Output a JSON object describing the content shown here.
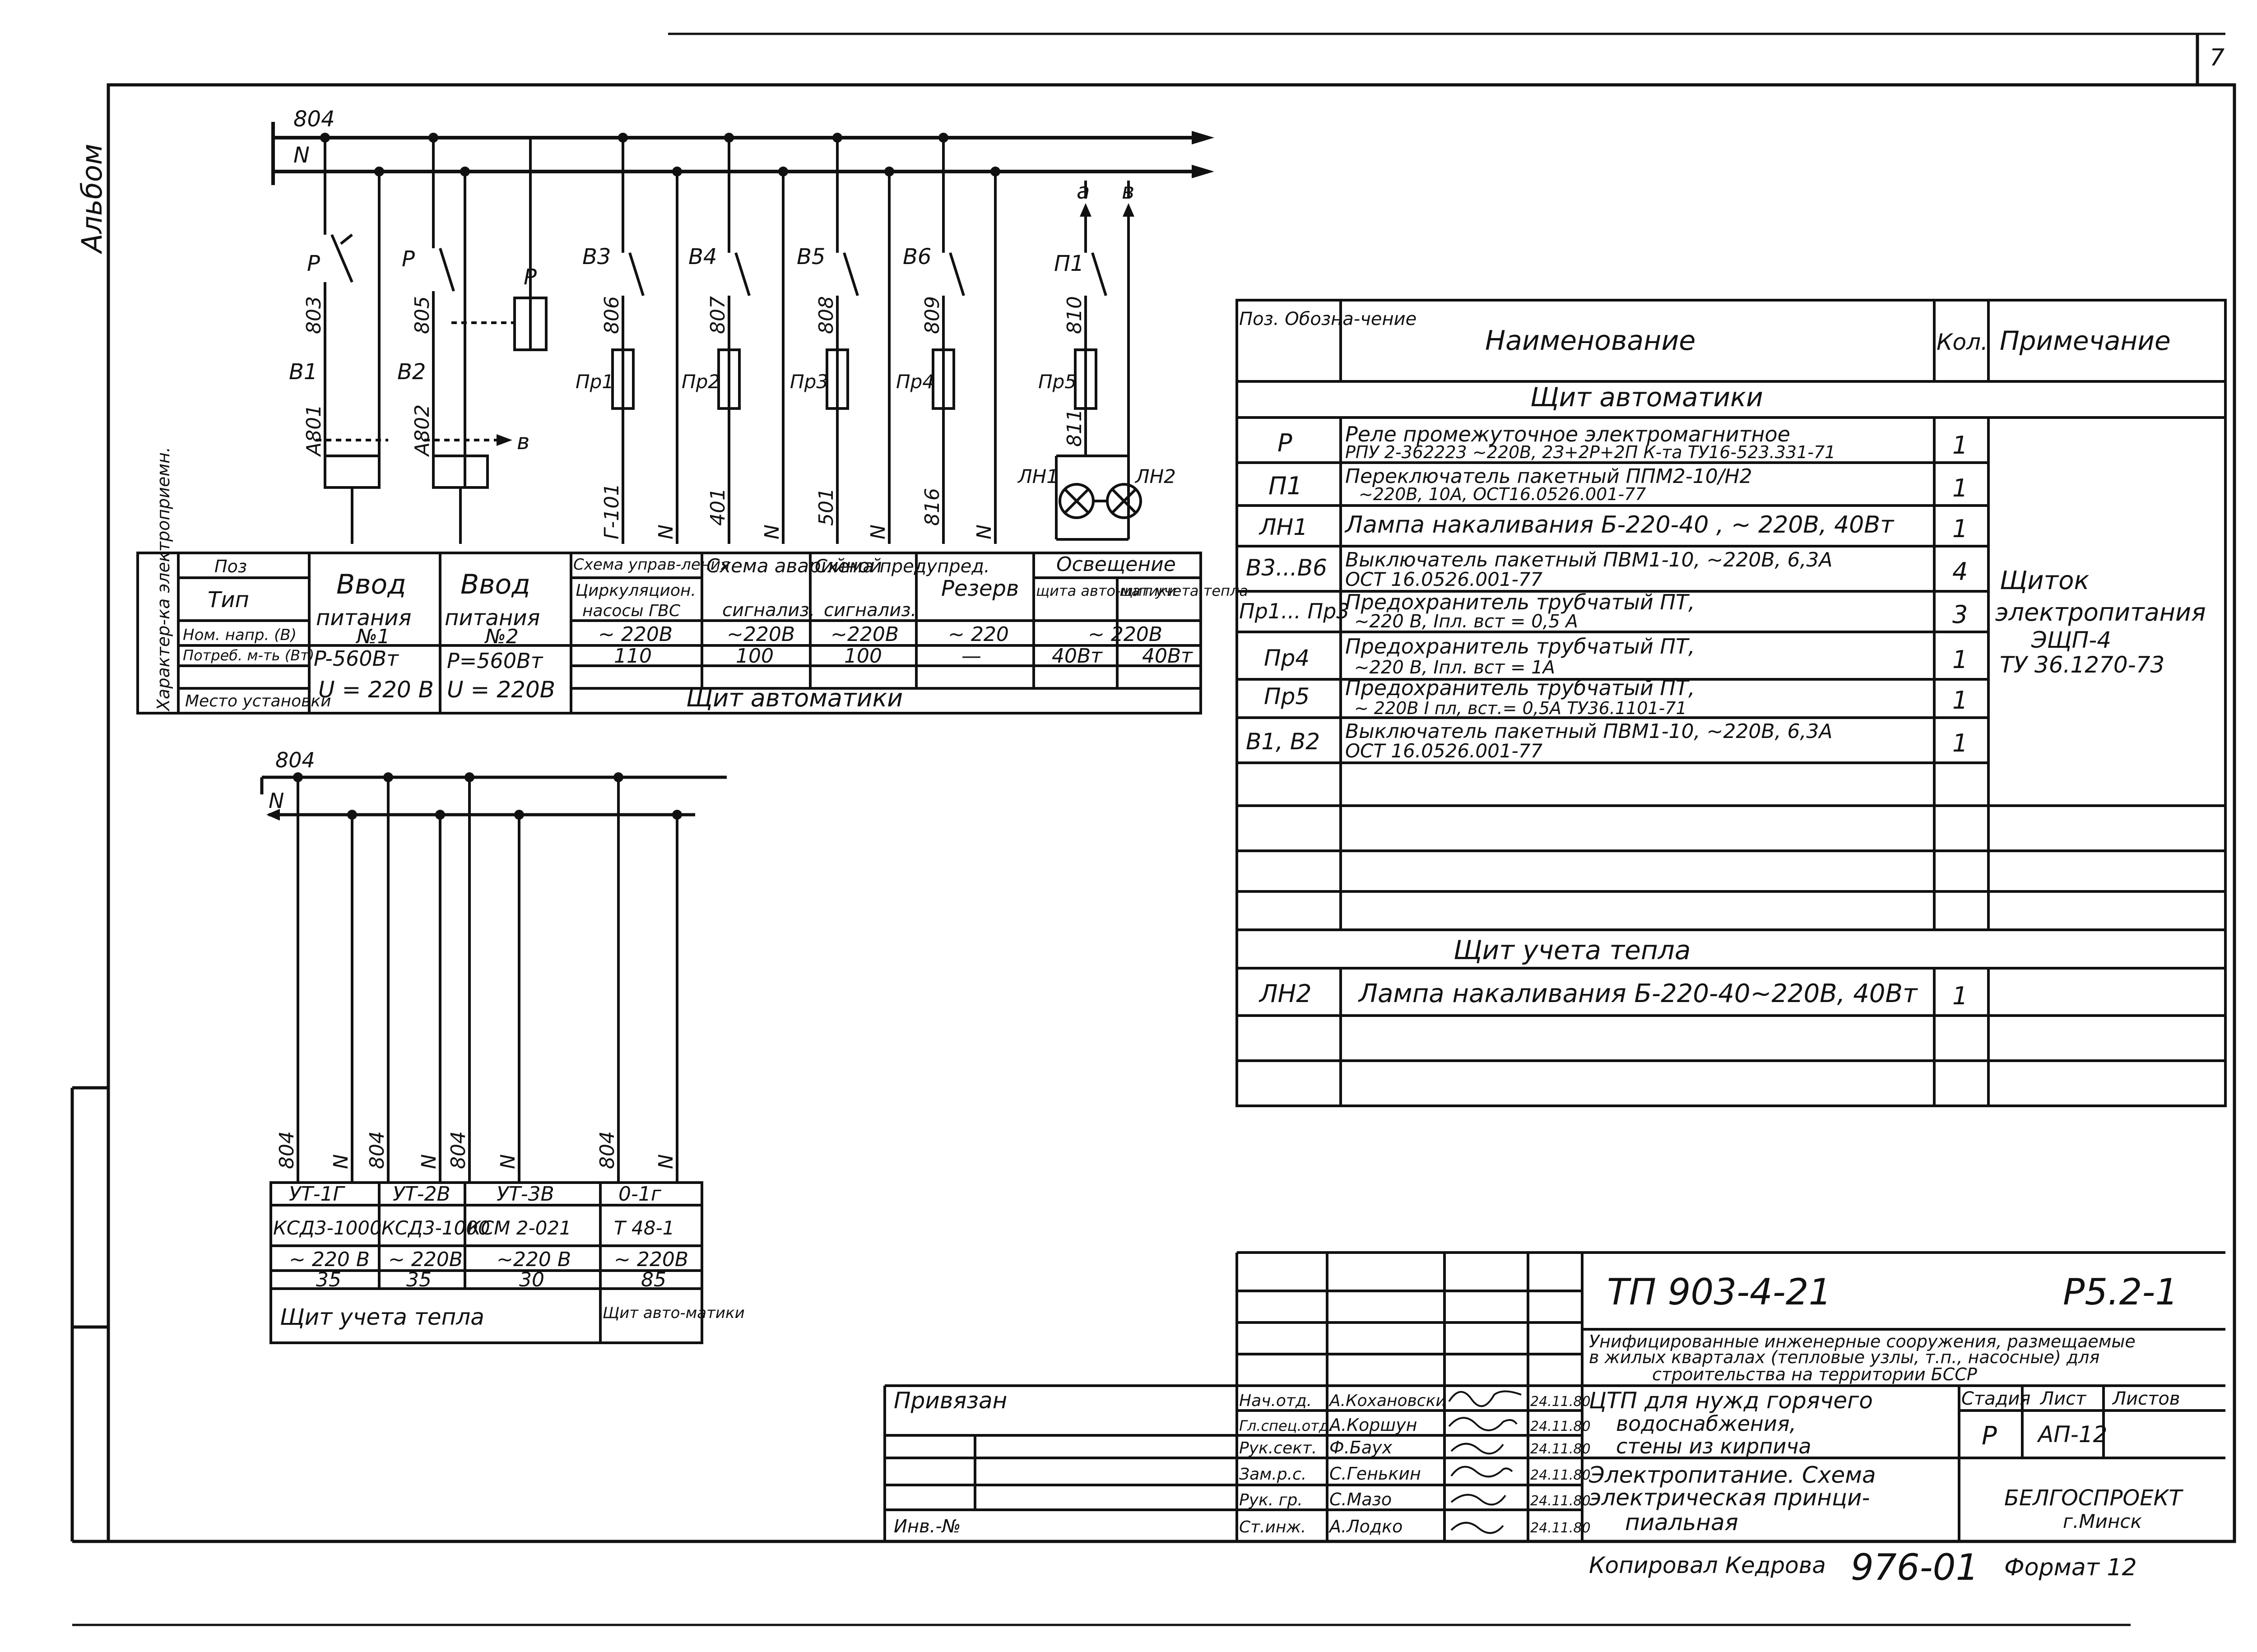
{
  "page_number": "7",
  "side_label": "Альбом",
  "bus": {
    "phase": "804",
    "neutral": "N"
  },
  "upper_circuits": [
    {
      "switch": "Р",
      "wire": "803",
      "breaker": "В1",
      "auto": "А801",
      "out_wire": ""
    },
    {
      "switch": "Р",
      "wire": "805",
      "breaker": "В2",
      "auto": "А802",
      "out_wire": ""
    },
    {
      "switch": "В3",
      "wire": "806",
      "fuse": "Пр1",
      "out_wire": "Г-101",
      "n": "N"
    },
    {
      "switch": "В4",
      "wire": "807",
      "fuse": "Пр2",
      "out_wire": "401",
      "n": "N"
    },
    {
      "switch": "В5",
      "wire": "808",
      "fuse": "Пр3",
      "out_wire": "501",
      "n": "N"
    },
    {
      "switch": "В6",
      "wire": "809",
      "fuse": "Пр4",
      "out_wire": "816",
      "n": "N"
    },
    {
      "switch": "П1",
      "wire": "810",
      "fuse": "Пр5",
      "out_wire": "811"
    }
  ],
  "relay_label": "Р",
  "arrow_b": "в",
  "arrow_a_top": "а",
  "arrow_b_top": "в",
  "lamps": [
    "ЛН1",
    "ЛН2"
  ],
  "upper_table": {
    "side_header": "Характер-ка электроприемн.",
    "row_labels": [
      "Поз",
      "Тип",
      "Ном. напр. (В)",
      "Потреб. м-ть (Вт)",
      "Место установки"
    ],
    "intro1": {
      "line1": "Ввод",
      "line2": "питания",
      "line3": "№1",
      "power": "P-560Вт",
      "voltage": "U = 220 В"
    },
    "intro2": {
      "line1": "Ввод",
      "line2": "питания",
      "line3": "№2",
      "power": "P=560Вт",
      "voltage": "U = 220В"
    },
    "cols": [
      {
        "head": "Схема управ-ления",
        "type1": "Циркуляцион.",
        "type2": "насосы ГВС",
        "volt": "~ 220В",
        "power": "110"
      },
      {
        "head": "Схема аварийной",
        "type1": "сигнализ.",
        "type2": "",
        "volt": "~220В",
        "power": "100"
      },
      {
        "head": "Схема предупред.",
        "type1": "сигнализ.",
        "type2": "",
        "volt": "~220В",
        "power": "100"
      },
      {
        "head": "Резерв",
        "type1": "",
        "type2": "",
        "volt": "~ 220",
        "power": "—"
      }
    ],
    "lighting": {
      "head": "Освещение",
      "sub1": "щита авто-матики",
      "sub2": "щит учета тепла",
      "volt": "~ 220В",
      "p1": "40Вт",
      "p2": "40Вт"
    },
    "location": "Щит автоматики"
  },
  "lower_circuits": [
    {
      "wire": "804",
      "n": "N",
      "pos": "УТ-1Г",
      "type": "КСД3-1000",
      "volt": "~ 220 В",
      "power": "35"
    },
    {
      "wire": "804",
      "n": "N",
      "pos": "УТ-2В",
      "type": "КСД3-1000",
      "volt": "~ 220В",
      "power": "35"
    },
    {
      "wire": "804",
      "n": "N",
      "pos": "УТ-3В",
      "type": "КСМ 2-021",
      "volt": "~220 В",
      "power": "30"
    },
    {
      "wire": "804",
      "n": "N",
      "pos": "0-1г",
      "type": "Т 48-1",
      "volt": "~ 220В",
      "power": "85"
    }
  ],
  "lower_location1": "Щит учета тепла",
  "lower_location2": "Щит авто-матики",
  "spec_table": {
    "headers": {
      "pos": "Поз. Обозна-чение",
      "name": "Наименование",
      "qty": "Кол.",
      "note": "Примечание"
    },
    "section1": "Щит автоматики",
    "rows": [
      {
        "pos": "Р",
        "name1": "Реле промежуточное электромагнитное",
        "name2": "РПУ 2-362223 ~220В, 2З+2Р+2П К-та ТУ16-523.331-71",
        "qty": "1"
      },
      {
        "pos": "П1",
        "name1": "Переключатель пакетный ППМ2-10/Н2",
        "name2": "~220В, 10А, ОСТ16.0526.001-77",
        "qty": "1"
      },
      {
        "pos": "ЛН1",
        "name1": "Лампа накаливания Б-220-40 , ~ 220В, 40Вт",
        "name2": "",
        "qty": "1"
      },
      {
        "pos": "В3...В6",
        "name1": "Выключатель пакетный ПВМ1-10, ~220В, 6,3А",
        "name2": "ОСТ 16.0526.001-77",
        "qty": "4"
      },
      {
        "pos": "Пр1... Пр3",
        "name1": "Предохранитель трубчатый ПТ,",
        "name2": "~220 В, Iпл. вст = 0,5 А",
        "qty": "3"
      },
      {
        "pos": "Пр4",
        "name1": "Предохранитель трубчатый ПТ,",
        "name2": "~220 В, Iпл. вст = 1А",
        "qty": "1"
      },
      {
        "pos": "Пр5",
        "name1": "Предохранитель трубчатый ПТ,",
        "name2": "~ 220В I пл, вст.= 0,5А ТУ36.1101-71",
        "qty": "1"
      },
      {
        "pos": "В1, В2",
        "name1": "Выключатель пакетный ПВМ1-10, ~220В, 6,3А",
        "name2": "ОСТ 16.0526.001-77",
        "qty": "1"
      }
    ],
    "note_lines": [
      "Щиток",
      "электропитания",
      "ЭЩП-4",
      "ТУ 36.1270-73"
    ],
    "section2": "Щит учета тепла",
    "rows2": [
      {
        "pos": "ЛН2",
        "name1": "Лампа накаливания Б-220-40~220В, 40Вт",
        "qty": "1"
      }
    ]
  },
  "title_block": {
    "code": "ТП 903-4-21",
    "sheet_code": "Р5.2-1",
    "desc1": "Унифицированные инженерные сооружения, размещаемые",
    "desc2": "в жилых кварталах (тепловые узлы, т.п., насосные) для",
    "desc3": "строительства на территории БССР",
    "privyazan": "Привязан",
    "inv": "Инв.-№",
    "roles": [
      "Нач.отд.",
      "Гл.спец.отд.",
      "Рук.сект.",
      "Зам.р.с.",
      "Рук. гр.",
      "Ст.инж."
    ],
    "names": [
      "А.Кохановски",
      "А.Коршун",
      "Ф.Баух",
      "С.Генькин",
      "С.Мазо",
      "А.Лодко"
    ],
    "dates": [
      "24.11.80",
      "24.11.80",
      "24.11.80",
      "24.11.80",
      "24.11.80",
      "24.11.80"
    ],
    "object1": "ЦТП для нужд горячего",
    "object2": "водоснабжения,",
    "object3": "стены из кирпича",
    "doc1": "Электропитание. Схема",
    "doc2": "электрическая принци-",
    "doc3": "пиальная",
    "stage_h": "Стадия",
    "sheet_h": "Лист",
    "sheets_h": "Листов",
    "stage": "Р",
    "sheet": "АП-12",
    "org1": "БЕЛГОСПРОЕКТ",
    "org2": "г.Минск",
    "copied": "Копировал Кедрова",
    "copy_num": "976-01",
    "format": "Формат 12"
  }
}
